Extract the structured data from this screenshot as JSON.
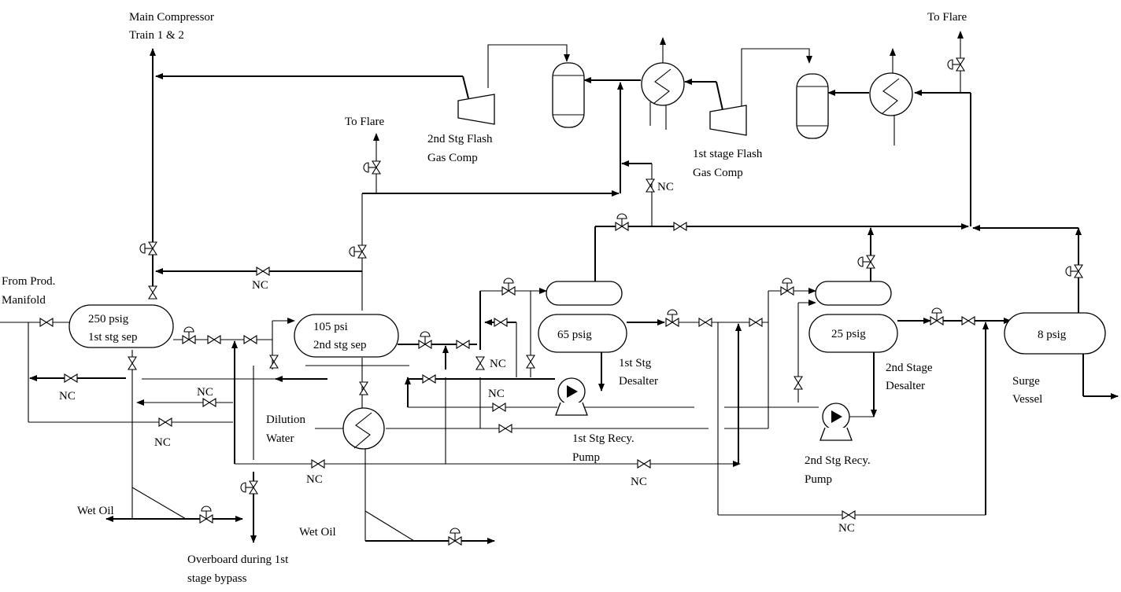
{
  "labels": {
    "main_compressor": [
      "Main Compressor",
      "Train 1 & 2"
    ],
    "to_flare_top": "To Flare",
    "to_flare_mid": "To Flare",
    "from_prod": [
      "From Prod.",
      "Manifold"
    ],
    "second_stg_flash": [
      "2nd Stg Flash",
      "Gas Comp"
    ],
    "first_stage_flash": [
      "1st stage Flash",
      "Gas Comp"
    ],
    "dilution_water": [
      "Dilution",
      "Water"
    ],
    "first_stg_desalter": [
      "1st Stg",
      "Desalter"
    ],
    "second_stage_desalter": [
      "2nd Stage",
      "Desalter"
    ],
    "first_stg_recy_pump": [
      "1st Stg Recy.",
      "Pump"
    ],
    "second_stg_recy_pump": [
      "2nd Stg Recy.",
      "Pump"
    ],
    "surge_vessel": [
      "Surge",
      "Vessel"
    ],
    "wet_oil_left": "Wet Oil",
    "wet_oil_bottom": "Wet Oil",
    "overboard": [
      "Overboard during 1st",
      "stage bypass"
    ]
  },
  "vessels": {
    "sep1": [
      "250 psig",
      "1st stg sep"
    ],
    "sep2": [
      "105 psi",
      "2nd stg sep"
    ],
    "desalter1": "65 psig",
    "desalter2": "25 psig",
    "surge": "8 psig"
  },
  "nc_tags": [
    "NC",
    "NC",
    "NC",
    "NC",
    "NC",
    "NC",
    "NC",
    "NC",
    "NC",
    "NC"
  ]
}
